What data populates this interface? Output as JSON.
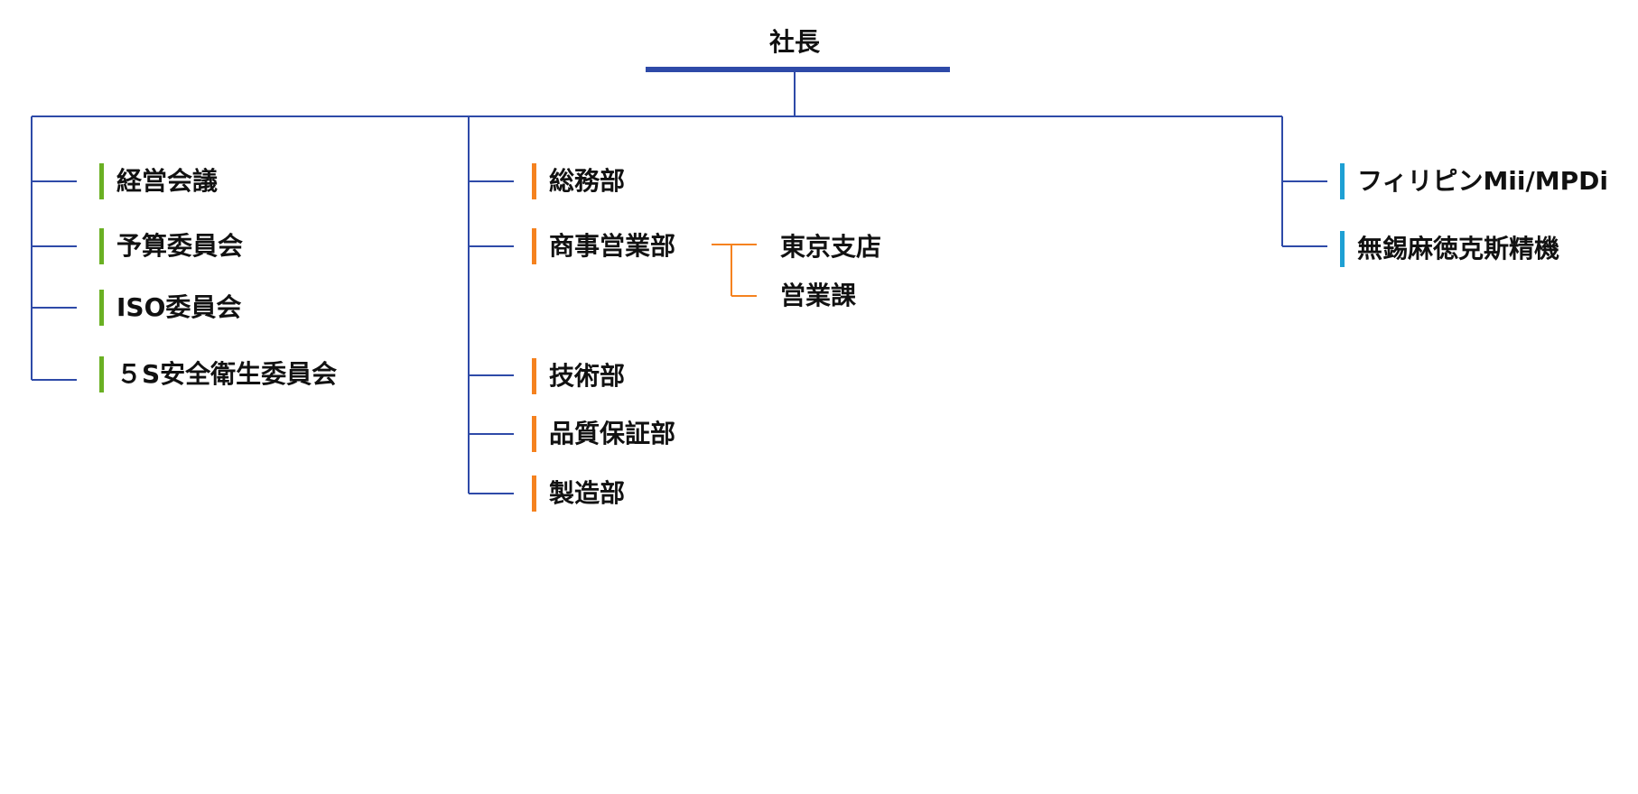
{
  "org_chart": {
    "ceo": {
      "label": "社長"
    },
    "colors": {
      "line": "#2e4aa8",
      "committee": "#6ab023",
      "department": "#f5821f",
      "subsidiary": "#1ea0d4",
      "sub_line": "#f5821f"
    },
    "committees": [
      {
        "label": "経営会議"
      },
      {
        "label": "予算委員会"
      },
      {
        "label": "ISO委員会"
      },
      {
        "label": "５S安全衛生委員会"
      }
    ],
    "departments": [
      {
        "label": "総務部"
      },
      {
        "label": "商事営業部",
        "children": [
          {
            "label": "東京支店"
          },
          {
            "label": "営業課"
          }
        ]
      },
      {
        "label": "技術部"
      },
      {
        "label": "品質保証部"
      },
      {
        "label": "製造部"
      }
    ],
    "subsidiaries": [
      {
        "label": "フィリピンMii/MPDi"
      },
      {
        "label": "無錫麻徳克斯精機"
      }
    ]
  }
}
